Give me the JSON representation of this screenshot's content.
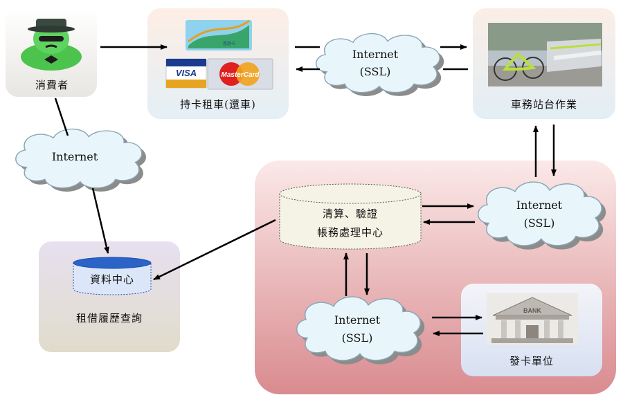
{
  "nodes": {
    "consumer": {
      "label": "消費者",
      "icon": "consumer-avatar-icon"
    },
    "card_rental": {
      "label": "持卡租車(還車)",
      "cards": {
        "easy_card": "悠遊卡",
        "visa": "VISA",
        "mastercard": "MasterCard"
      }
    },
    "station": {
      "label": "車務站台作業",
      "icon": "bicycle-station-photo"
    },
    "data_center": {
      "label": "資料中心"
    },
    "history_query": {
      "label": "租借履歷查詢"
    },
    "clearing_center": {
      "line1": "清算、驗證",
      "line2": "帳務處理中心"
    },
    "card_issuer": {
      "label": "發卡單位",
      "icon": "bank-building-icon",
      "sign": "BANK"
    }
  },
  "clouds": {
    "top": {
      "line1": "Internet",
      "line2": "(SSL)"
    },
    "left": {
      "line1": "Internet"
    },
    "right": {
      "line1": "Internet",
      "line2": "(SSL)"
    },
    "bottom": {
      "line1": "Internet",
      "line2": "(SSL)"
    }
  },
  "colors": {
    "cloud_fill": "#e8f6fb",
    "cloud_stroke": "#8aa6b6",
    "region_fill": "#d98b8f",
    "arrow": "#000000"
  }
}
